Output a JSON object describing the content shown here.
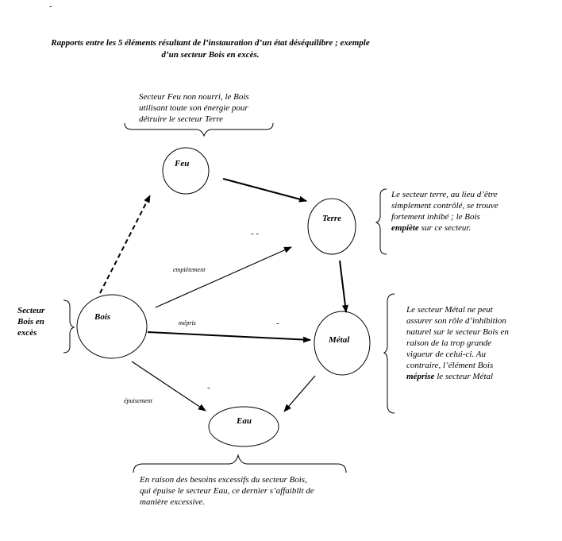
{
  "title": {
    "line1": "Rapports entre les 5 éléments résultant de l’instauration d’un état déséquilibre ; exemple",
    "line2": "d’un secteur Bois en excès."
  },
  "nodes": {
    "feu": "Feu",
    "terre": "Terre",
    "metal": "Métal",
    "eau": "Eau",
    "bois": "Bois"
  },
  "side_label": {
    "line1": "Secteur",
    "line2": "Bois en",
    "line3": "excès"
  },
  "edge_labels": {
    "empietement": "empiètement",
    "mepris": "mépris",
    "epuisement": "épuisement"
  },
  "marks": {
    "top_dash": "-",
    "double_dash": "- -",
    "dash_a": "-",
    "dash_b": "-"
  },
  "notes": {
    "feu": {
      "line1": "Secteur Feu non nourri, le Bois",
      "line2": "utilisant toute son énergie pour",
      "line3": "détruire le secteur Terre"
    },
    "terre": {
      "line1": "Le secteur terre, au lieu d’être",
      "line2": "simplement contrôlé, se trouve",
      "line3": "fortement inhibé ; le Bois",
      "line4_bold": "empiète",
      "line4_rest": " sur ce secteur."
    },
    "metal": {
      "line1": "Le secteur Métal ne peut",
      "line2": "assurer son rôle d’inhibition",
      "line3": "naturel sur le secteur Bois en",
      "line4": "raison de la trop grande",
      "line5": "vigueur de celui-ci. Au",
      "line6": "contraire, l’élément Bois",
      "line7_bold": "méprise",
      "line7_rest": " le secteur Métal"
    },
    "eau": {
      "line1": "En raison des besoins excessifs du secteur Bois,",
      "line2": "qui épuise le secteur Eau, ce dernier s’affaiblit de",
      "line3": "manière excessive."
    }
  }
}
